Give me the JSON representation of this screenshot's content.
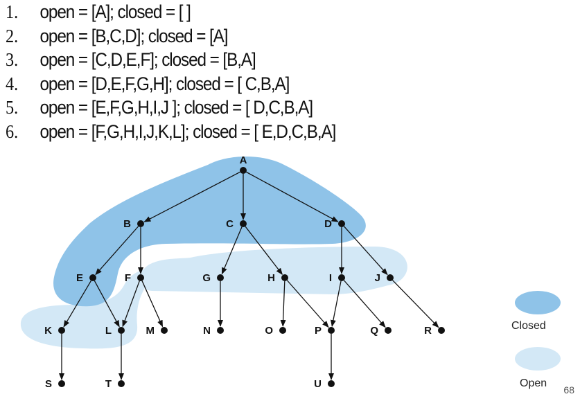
{
  "steps": [
    {
      "number": "1.",
      "text": "open = [A]; closed = [ ]"
    },
    {
      "number": "2.",
      "text": "open = [B,C,D]; closed = [A]"
    },
    {
      "number": "3.",
      "text": "open = [C,D,E,F]; closed = [B,A]"
    },
    {
      "number": "4.",
      "text": "open = [D,E,F,G,H]; closed = [ C,B,A]"
    },
    {
      "number": "5.",
      "text": "open = [E,F,G,H,I,J ]; closed = [ D,C,B,A]"
    },
    {
      "number": "6.",
      "text": "open = [F,G,H,I,J,K,L]; closed = [ E,D,C,B,A]"
    }
  ],
  "tree": {
    "nodes": [
      "A",
      "B",
      "C",
      "D",
      "E",
      "F",
      "G",
      "H",
      "I",
      "J",
      "K",
      "L",
      "M",
      "N",
      "O",
      "P",
      "Q",
      "R",
      "S",
      "T",
      "U"
    ],
    "edges": [
      [
        "A",
        "B"
      ],
      [
        "A",
        "C"
      ],
      [
        "A",
        "D"
      ],
      [
        "B",
        "E"
      ],
      [
        "B",
        "F"
      ],
      [
        "C",
        "G"
      ],
      [
        "C",
        "H"
      ],
      [
        "D",
        "I"
      ],
      [
        "D",
        "J"
      ],
      [
        "E",
        "K"
      ],
      [
        "E",
        "L"
      ],
      [
        "F",
        "L"
      ],
      [
        "F",
        "M"
      ],
      [
        "G",
        "N"
      ],
      [
        "H",
        "O"
      ],
      [
        "H",
        "P"
      ],
      [
        "I",
        "P"
      ],
      [
        "I",
        "Q"
      ],
      [
        "J",
        "R"
      ],
      [
        "K",
        "S"
      ],
      [
        "L",
        "T"
      ],
      [
        "P",
        "U"
      ]
    ],
    "closed_nodes": [
      "A",
      "B",
      "C",
      "D",
      "E"
    ],
    "open_nodes": [
      "F",
      "G",
      "H",
      "I",
      "J",
      "K",
      "L"
    ]
  },
  "legend": {
    "closed_label": "Closed",
    "open_label": "Open",
    "closed_color": "#8fc3e8",
    "open_color": "#d3e8f6"
  },
  "page_number": "68"
}
